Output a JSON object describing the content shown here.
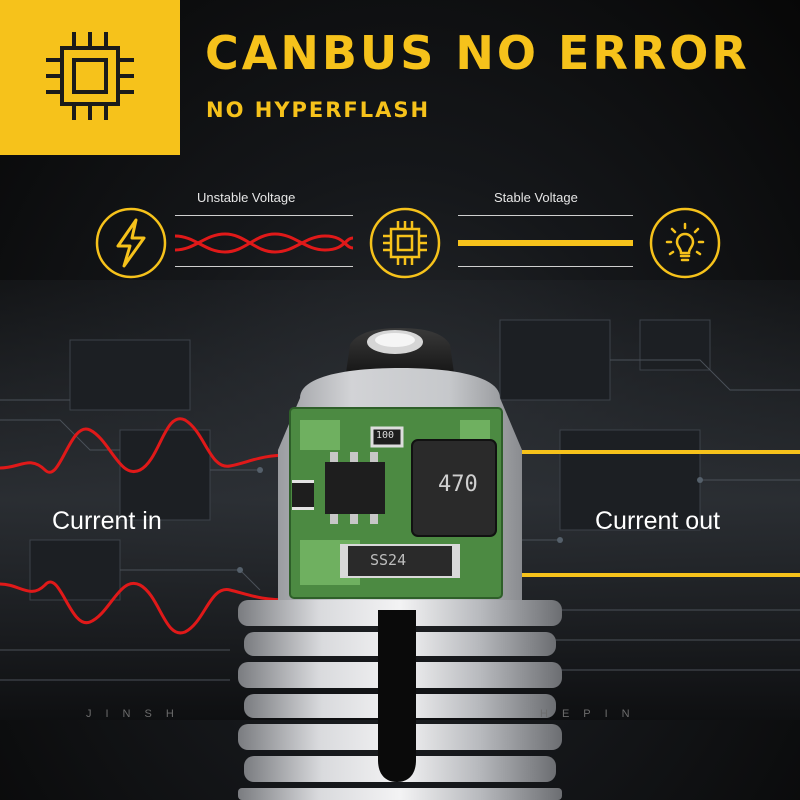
{
  "header": {
    "title": "CANBUS NO ERROR",
    "subtitle": "NO HYPERFLASH"
  },
  "diagram": {
    "left_label": "Unstable Voltage",
    "right_label": "Stable Voltage",
    "icons": [
      "lightning-icon",
      "chip-icon",
      "lightbulb-icon"
    ]
  },
  "labels": {
    "current_in": "Current in",
    "current_out": "Current out"
  },
  "components": {
    "inductor": "470",
    "diode": "SS24",
    "resistor": "100"
  },
  "watermark": {
    "left": "JINSH",
    "right": "HEPIN"
  },
  "colors": {
    "accent": "#f6c21b",
    "wave": "#e01919",
    "background": "#0b0b0b"
  }
}
